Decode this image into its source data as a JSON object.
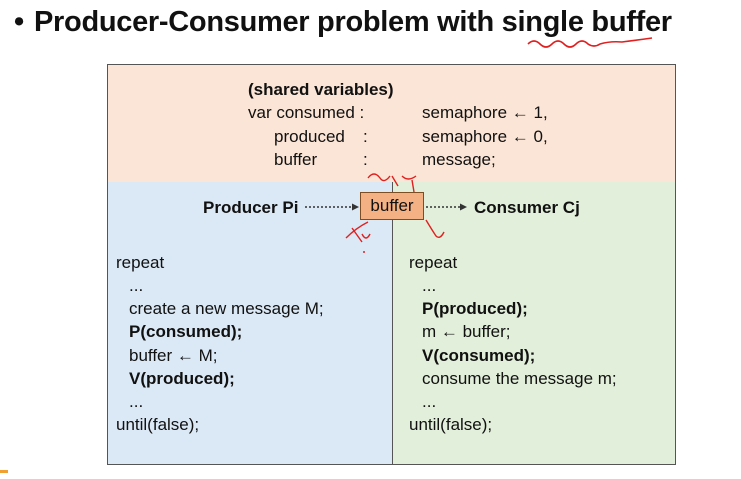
{
  "title": {
    "bullet": "•",
    "text": "Producer-Consumer problem with single buffer"
  },
  "shared": {
    "heading": "(shared variables)",
    "rows": [
      {
        "name": "var consumed :",
        "type": "semaphore ← 1,"
      },
      {
        "name": "produced",
        "colon": ":",
        "type": "semaphore ← 0,"
      },
      {
        "name": "buffer",
        "colon": ":",
        "type": "message;"
      }
    ]
  },
  "flow": {
    "producer": "Producer Pi",
    "buffer": "buffer",
    "consumer": "Consumer Cj"
  },
  "producer": {
    "lines": [
      "repeat",
      "...",
      "create a new message M;",
      "P(consumed);",
      "buffer ← M;",
      "V(produced);",
      "...",
      "until(false);"
    ]
  },
  "consumer": {
    "lines": [
      "repeat",
      "...",
      "P(produced);",
      "m ← buffer;",
      "V(consumed);",
      "consume the message m;",
      "...",
      "until(false);"
    ]
  },
  "colors": {
    "shared_bg": "#fbe5d6",
    "producer_bg": "#dbe8f5",
    "consumer_bg": "#e2efda",
    "buffer_bg": "#f4b183",
    "annotation": "#e02020"
  }
}
